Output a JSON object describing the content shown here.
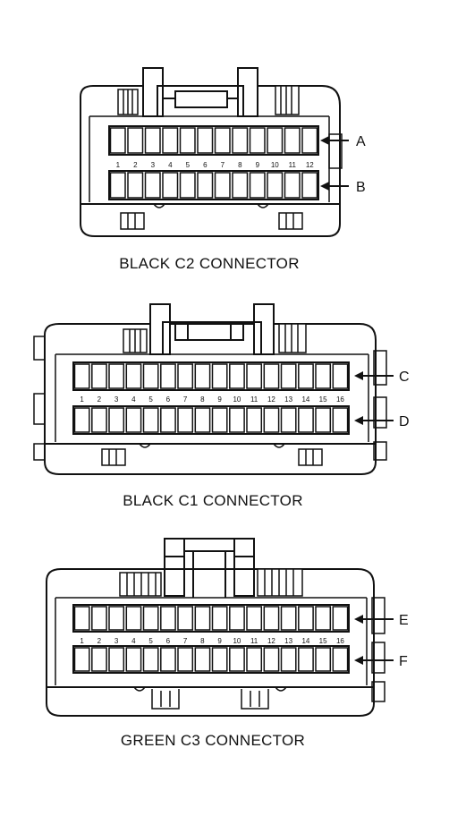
{
  "connectors": [
    {
      "id": "c2",
      "title": "BLACK C2 CONNECTOR",
      "pins": [
        "1",
        "2",
        "3",
        "4",
        "5",
        "6",
        "7",
        "8",
        "9",
        "10",
        "11",
        "12"
      ],
      "row_labels": [
        "A",
        "B"
      ]
    },
    {
      "id": "c1",
      "title": "BLACK C1 CONNECTOR",
      "pins": [
        "1",
        "2",
        "3",
        "4",
        "5",
        "6",
        "7",
        "8",
        "9",
        "10",
        "11",
        "12",
        "13",
        "14",
        "15",
        "16"
      ],
      "row_labels": [
        "C",
        "D"
      ]
    },
    {
      "id": "c3",
      "title": "GREEN C3 CONNECTOR",
      "pins": [
        "1",
        "2",
        "3",
        "4",
        "5",
        "6",
        "7",
        "8",
        "9",
        "10",
        "11",
        "12",
        "13",
        "14",
        "15",
        "16"
      ],
      "row_labels": [
        "E",
        "F"
      ]
    }
  ],
  "colors": {
    "ink": "#111111",
    "paper": "#ffffff"
  }
}
